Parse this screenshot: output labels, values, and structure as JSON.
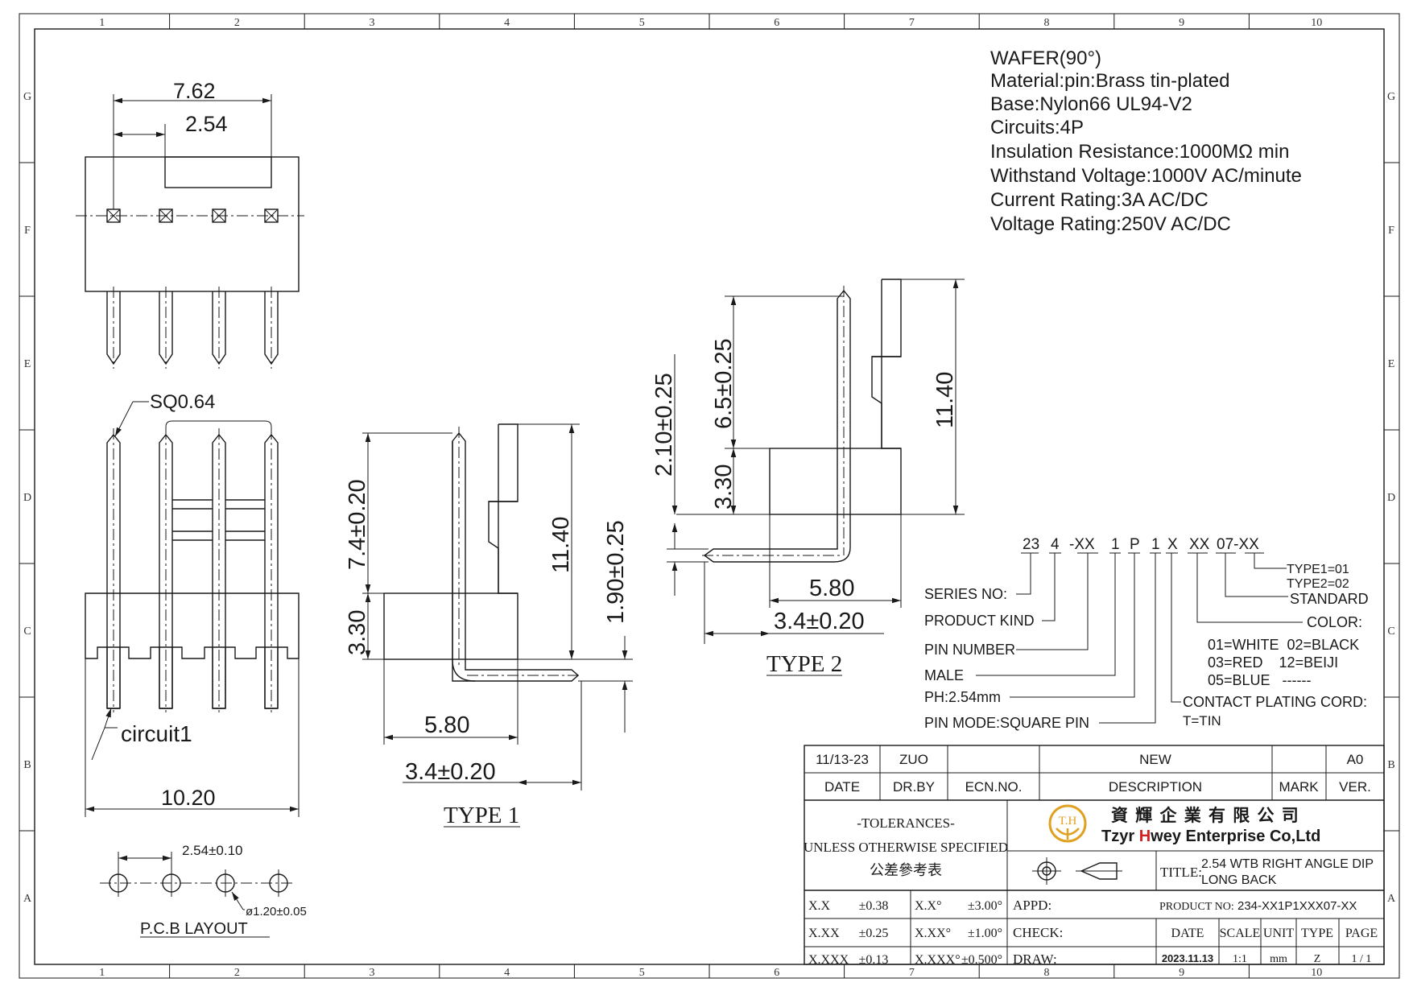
{
  "grid": {
    "cols": [
      "1",
      "2",
      "3",
      "4",
      "5",
      "6",
      "7",
      "8",
      "9",
      "10"
    ],
    "rows": [
      "G",
      "F",
      "E",
      "D",
      "C",
      "B",
      "A"
    ]
  },
  "spec": {
    "lines": [
      "WAFER(90°)",
      "Material:pin:Brass tin-plated",
      "Base:Nylon66 UL94-V2",
      "Circuits:4P",
      "Insulation Resistance:1000MΩ min",
      "Withstand Voltage:1000V AC/minute",
      "Current Rating:3A AC/DC",
      "Voltage Rating:250V AC/DC"
    ]
  },
  "top_view": {
    "dim_total": "7.62",
    "dim_pitch": "2.54"
  },
  "front_view": {
    "sq_label": "SQ0.64",
    "circuit_label": "circuit1",
    "dim_width": "10.20"
  },
  "pcb": {
    "pitch": "2.54±0.10",
    "hole": "ø1.20±0.05",
    "label": "P.C.B LAYOUT"
  },
  "type1": {
    "dim_a": "7.4±0.20",
    "dim_b": "3.30",
    "dim_c": "11.40",
    "dim_d": "1.90±0.25",
    "dim_e": "5.80",
    "dim_f": "3.4±0.20",
    "label": "TYPE 1"
  },
  "type2": {
    "dim_a": "6.5±0.25",
    "dim_b": "3.30",
    "dim_c": "2.10±0.25",
    "dim_d": "11.40",
    "dim_e": "5.80",
    "dim_f": "3.4±0.20",
    "label": "TYPE 2"
  },
  "part_code": {
    "segments": [
      "23",
      "4",
      "-XX",
      "1",
      "P",
      "1",
      "X",
      "XX",
      "07-XX"
    ],
    "callouts": {
      "series": "SERIES NO:",
      "product_kind": "PRODUCT KIND",
      "pin_number": "PIN NUMBER",
      "male": "MALE",
      "pitch": "PH:2.54mm",
      "pin_mode": "PIN MODE:SQUARE PIN",
      "type1": "TYPE1=01",
      "type2": "TYPE2=02",
      "standard": "STANDARD",
      "color": "COLOR:",
      "color_line1": "01=WHITE  02=BLACK",
      "color_line2": "03=RED    12=BEIJI",
      "color_line3": "05=BLUE   ------",
      "plating": "CONTACT PLATING CORD:",
      "plating_value": "T=TIN"
    }
  },
  "title_block": {
    "rev_date": "11/13-23",
    "rev_by": "ZUO",
    "rev_desc": "NEW",
    "rev_ver": "A0",
    "h_date": "DATE",
    "h_drby": "DR.BY",
    "h_ecn": "ECN.NO.",
    "h_desc": "DESCRIPTION",
    "h_mark": "MARK",
    "h_ver": "VER.",
    "tol_title": "-TOLERANCES-",
    "tol_unless": "UNLESS OTHERWISE SPECIFIED",
    "tol_cn": "公差參考表",
    "company_cn": "資 輝 企 業 有 限 公 司",
    "company_en_pre": "Tzyr ",
    "company_en_h": "H",
    "company_en_post": "wey Enterprise Co,Ltd",
    "logo_text": "T.H",
    "title_label": "TITLE:",
    "title_line1": "2.54 WTB RIGHT ANGLE DIP",
    "title_line2": "LONG BACK",
    "product_no_label": "PRODUCT NO:",
    "product_no": "234-XX1P1XXX07-XX",
    "tol_rows": [
      {
        "a": "X.X",
        "b": "±0.38",
        "c": "X.X°",
        "d": "±3.00°"
      },
      {
        "a": "X.XX",
        "b": "±0.25",
        "c": "X.XX°",
        "d": "±1.00°"
      },
      {
        "a": "X.XXX",
        "b": "±0.13",
        "c": "X.XXX°",
        "d": "±0.500°"
      }
    ],
    "appd": "APPD:",
    "check": "CHECK:",
    "draw": "DRAW:",
    "h2_date": "DATE",
    "h2_scale": "SCALE",
    "h2_unit": "UNIT",
    "h2_type": "TYPE",
    "h2_page": "PAGE",
    "v_date": "2023.11.13",
    "v_scale": "1:1",
    "v_unit": "mm",
    "v_type": "Z",
    "v_page": "1 / 1"
  },
  "colors": {
    "ink": "#1a1a1a",
    "logo_gold": "#e0a020",
    "logo_red": "#d42020"
  }
}
